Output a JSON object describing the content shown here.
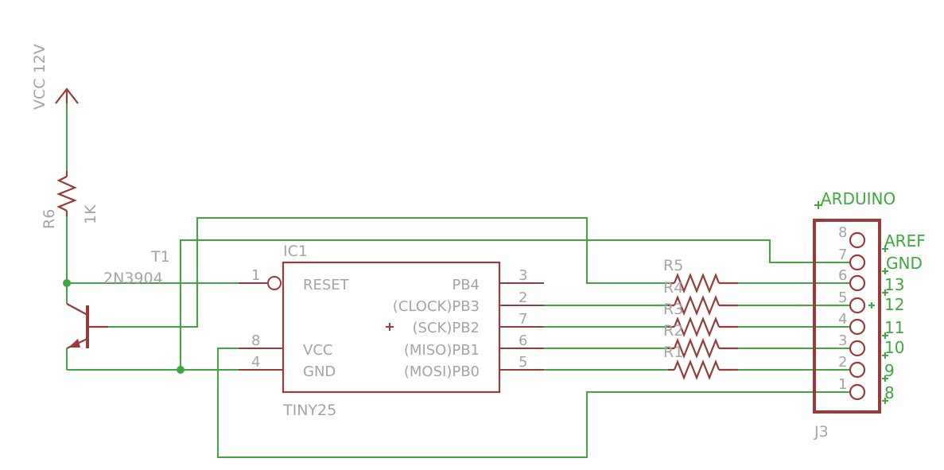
{
  "colors": {
    "wire": "#3ea83e",
    "part": "#9a3a3a",
    "label": "#a4a4a4",
    "net_label": "#3ea83e",
    "background": "#ffffff"
  },
  "supply": {
    "label": "VCC 12V"
  },
  "r6": {
    "name": "R6",
    "value": "1K"
  },
  "t1": {
    "name": "T1",
    "value": "2N3904"
  },
  "ic1": {
    "name": "IC1",
    "part": "TINY25",
    "left_pins": [
      {
        "number": "1",
        "name": "RESET"
      },
      {
        "number": "8",
        "name": "VCC"
      },
      {
        "number": "4",
        "name": "GND"
      }
    ],
    "right_pins": [
      {
        "number": "3",
        "name": "PB4"
      },
      {
        "number": "2",
        "name": "(CLOCK)PB3"
      },
      {
        "number": "7",
        "name": "(SCK)PB2"
      },
      {
        "number": "6",
        "name": "(MISO)PB1"
      },
      {
        "number": "5",
        "name": "(MOSI)PB0"
      }
    ]
  },
  "resistors": [
    {
      "name": "R5"
    },
    {
      "name": "R4"
    },
    {
      "name": "R3"
    },
    {
      "name": "R2"
    },
    {
      "name": "R1"
    }
  ],
  "j3": {
    "name": "J3",
    "net_label": "ARDUINO",
    "pins": [
      {
        "number": "8",
        "label": "AREF"
      },
      {
        "number": "7",
        "label": "GND"
      },
      {
        "number": "6",
        "label": "13"
      },
      {
        "number": "5",
        "label": "12"
      },
      {
        "number": "4",
        "label": "11"
      },
      {
        "number": "3",
        "label": "10"
      },
      {
        "number": "2",
        "label": "9"
      },
      {
        "number": "1",
        "label": "8"
      }
    ]
  }
}
